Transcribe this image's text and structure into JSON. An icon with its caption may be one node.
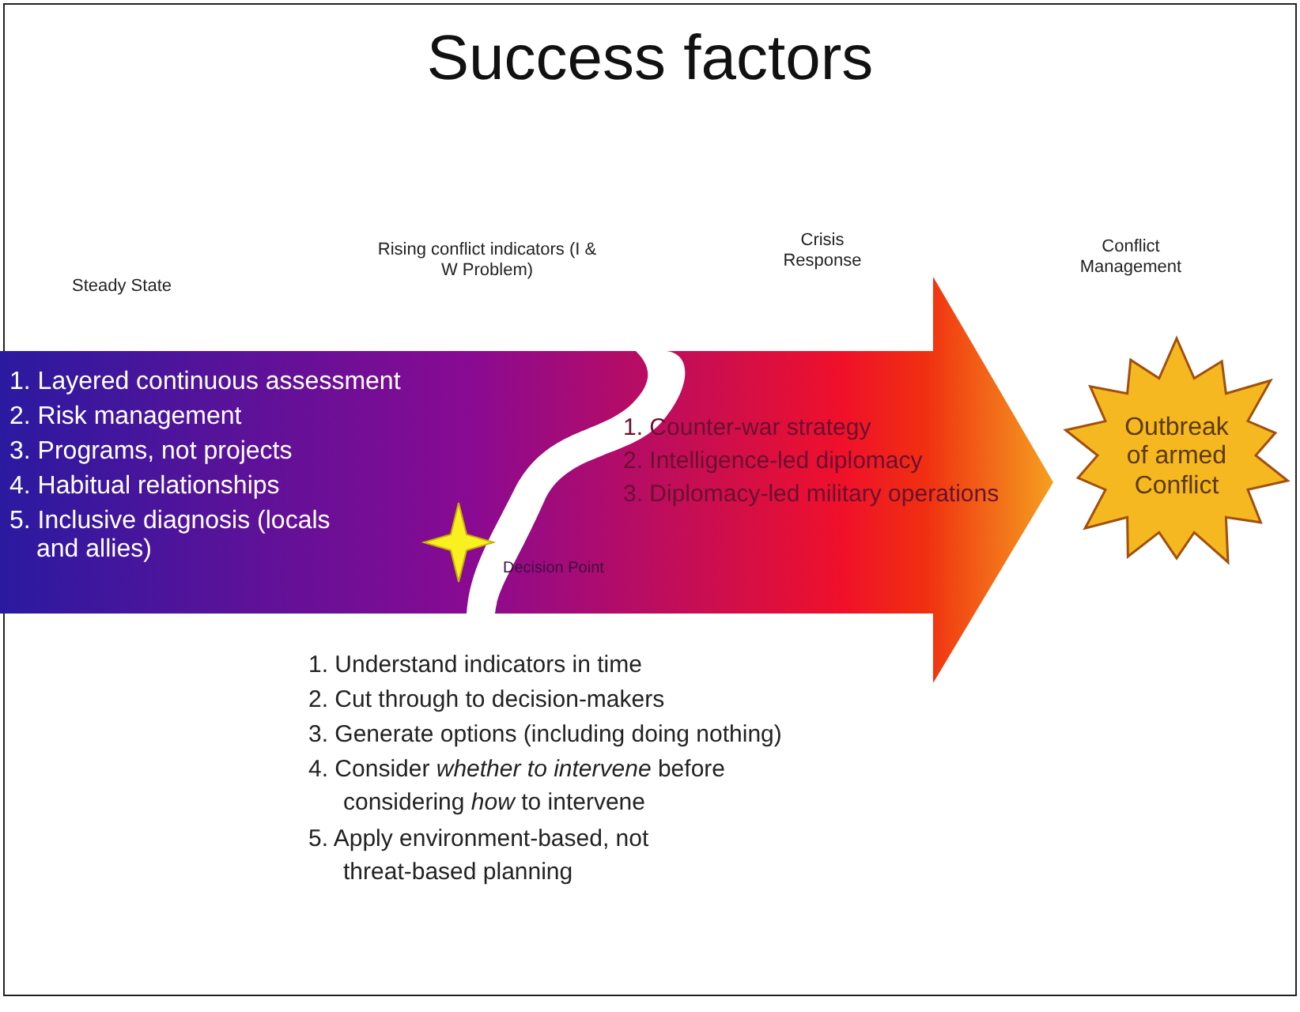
{
  "diagram": {
    "title": "Success factors",
    "nodes": [
      {
        "text": [
          "1. Layered continuous assessment",
          "2. Risk management",
          "3. Programs, not projects",
          "4. Habitual relationships",
          "5. Inclusive diagnosis (locals and allies)",
          "1. Counter-war strategy",
          "2. Intelligence-led diplomacy",
          "3. Diplomacy-led military operations"
        ]
      },
      {
        "text": [],
        "shape": "star",
        "in": 0,
        "beside": [
          "Decision Point"
        ]
      },
      {
        "text": [
          "Outbreak of armed Conflict"
        ]
      }
    ],
    "edges": [],
    "labels": [
      "Steady State",
      "Rising conflict indicators (I & W Problem)",
      "Crisis Response",
      "Conflict Management",
      "1. Understand indicators in time",
      "2. Cut through to decision-makers",
      "3. Generate options (including doing nothing)",
      "4. Consider *whether to intervene* before considering *how* to intervene",
      "5. Apply environment-based, not threat-based planning"
    ]
  }
}
